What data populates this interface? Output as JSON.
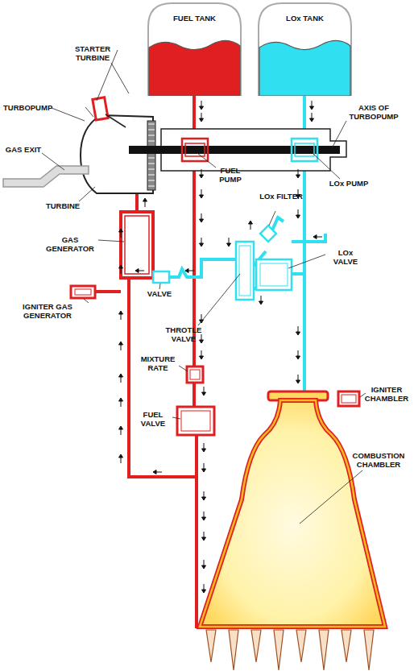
{
  "diagram": {
    "nodes": [
      {
        "text": [
          "FUEL TANK"
        ]
      },
      {
        "text": [
          "LOx TANK"
        ]
      }
    ],
    "labels": [
      "STARTER TURBINE",
      "TURBOPUMP",
      "GAS EXIT",
      "TURBINE",
      "GAS GENERATOR",
      "IGNITER GAS GENERATOR",
      "VALVE",
      "THROTLE VALVE",
      "MIXTURE RATE",
      "FUEL VALVE",
      "AXIS OF TURBOPUMP",
      "FUEL PUMP",
      "LOx PUMP",
      "LOx FILTER",
      "LOx VALVE",
      "IGNITER CHAMBLER",
      "COMBUSTION CHAMBLER"
    ]
  }
}
